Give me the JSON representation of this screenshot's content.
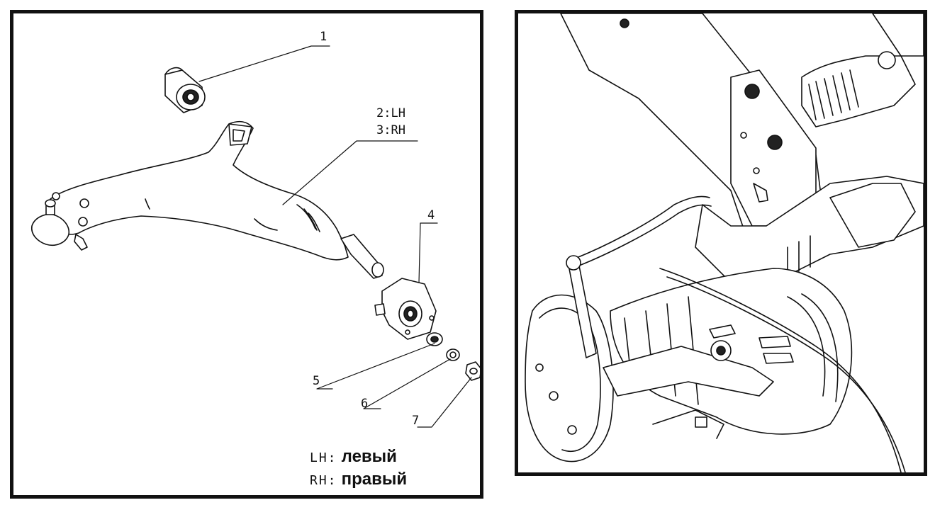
{
  "callouts": {
    "c1": "1",
    "c2": "2:LH",
    "c3": "3:RH",
    "c4": "4",
    "c5": "5",
    "c6": "6",
    "c7": "7"
  },
  "legend": {
    "lh_abbr": "LH:",
    "lh_word": "левый",
    "rh_abbr": "RH:",
    "rh_word": "правый"
  },
  "colors": {
    "ink": "#111111",
    "paper": "#ffffff"
  }
}
